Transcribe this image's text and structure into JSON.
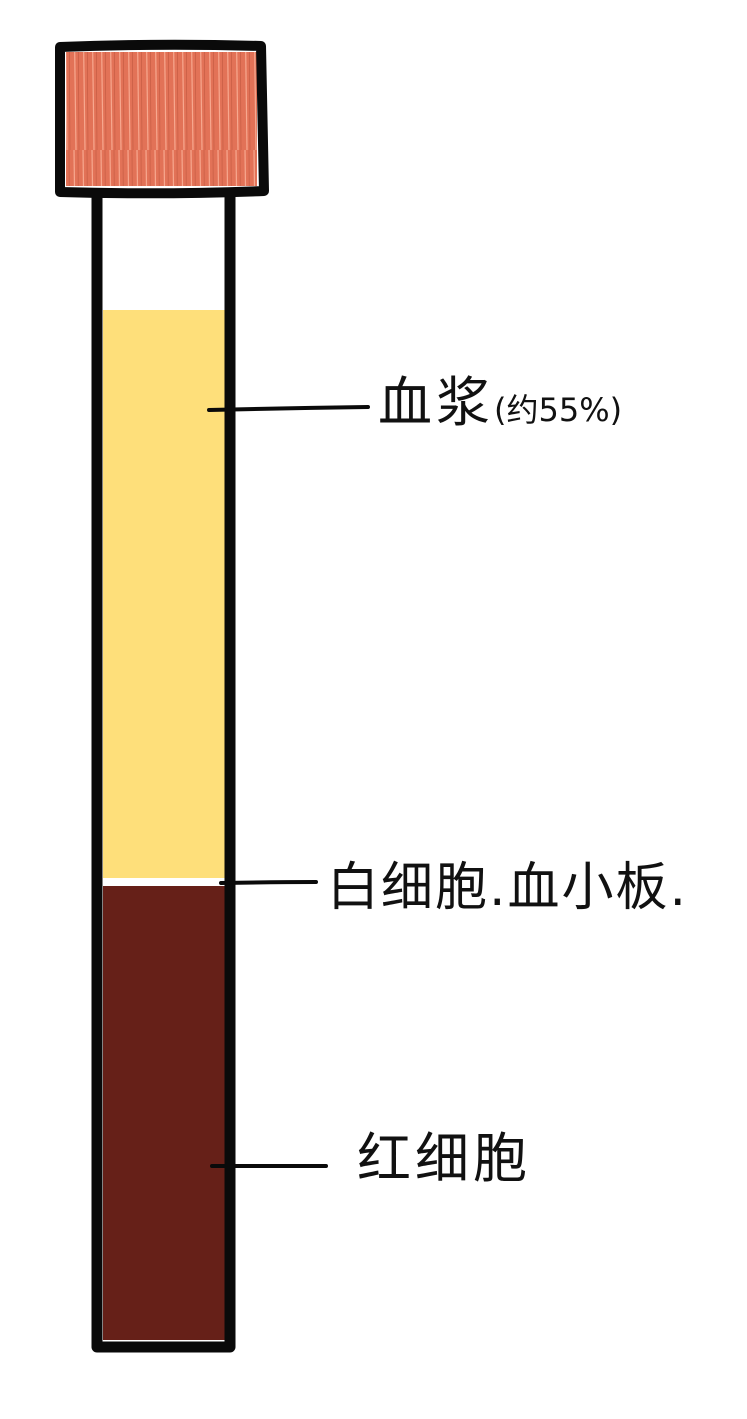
{
  "tube": {
    "cap_color": "#E27257",
    "plasma_color": "#FEDF7A",
    "buffy_coat_color": "#FFFFFF",
    "red_cells_color": "#662018",
    "outline_color": "#0A0A0A"
  },
  "labels": {
    "plasma": {
      "main": "血浆",
      "note": "(约55%)"
    },
    "buffy_coat": "白细胞.血小板.",
    "red_cells": "红细胞"
  }
}
